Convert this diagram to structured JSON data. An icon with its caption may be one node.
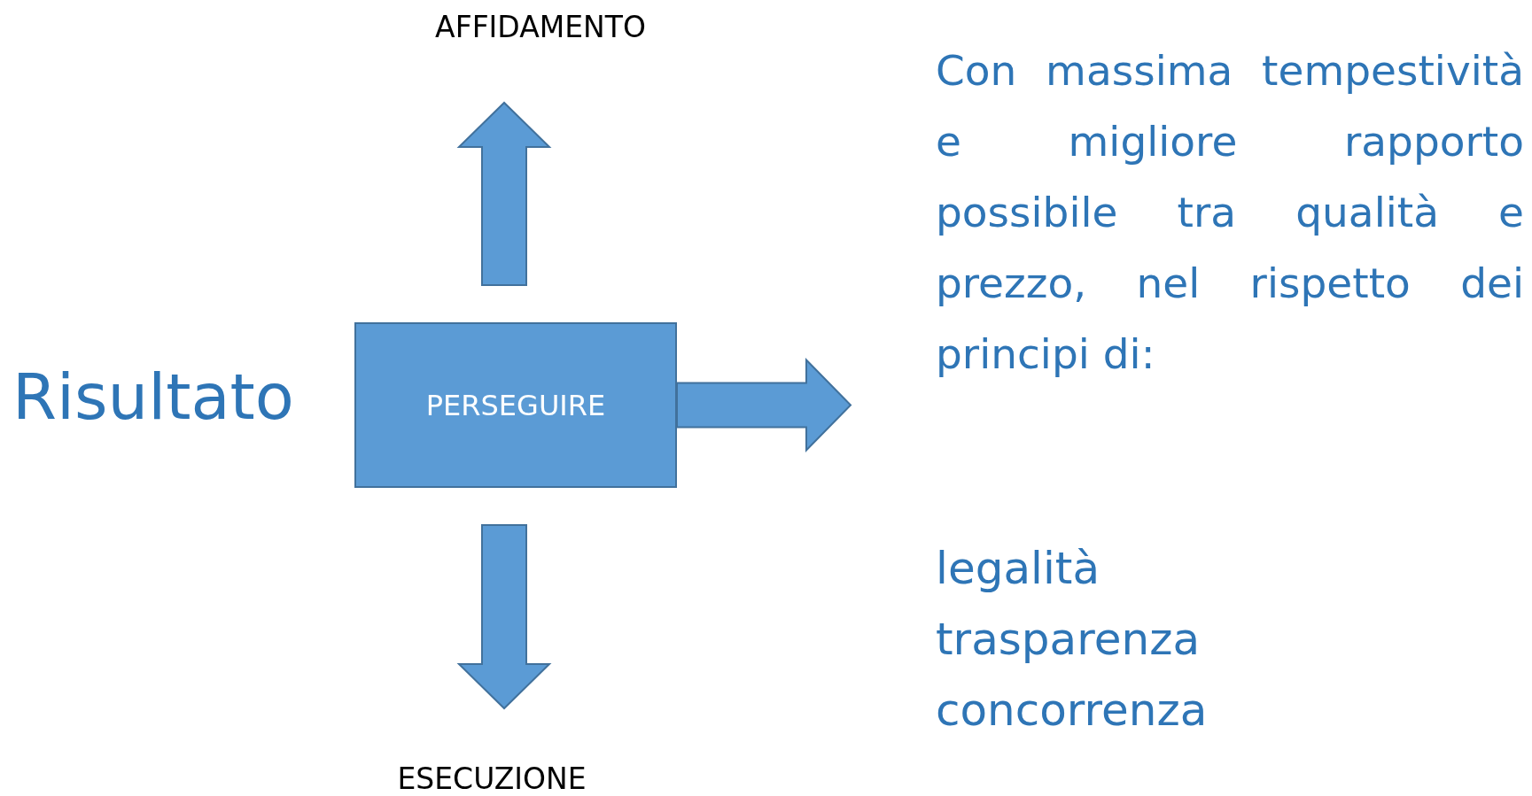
{
  "diagram": {
    "nodes": [
      {
        "text": [
          "PERSEGUIRE"
        ]
      },
      {
        "text": [
          "AFFIDAMENTO"
        ]
      },
      {
        "text": [
          "ESECUZIONE"
        ]
      },
      {
        "text": [
          "Con massima tempestività e migliore rapporto possibile tra qualità e prezzo, nel rispetto dei principi di:"
        ]
      }
    ],
    "edges": [
      {
        "from": 0,
        "to": 1,
        "arrow": "to"
      },
      {
        "from": 0,
        "to": 2,
        "arrow": "to"
      },
      {
        "from": 0,
        "to": 3,
        "arrow": "to"
      }
    ],
    "labels": [
      "Risultato",
      "legalità",
      "trasparenza",
      "concorrenza"
    ]
  }
}
